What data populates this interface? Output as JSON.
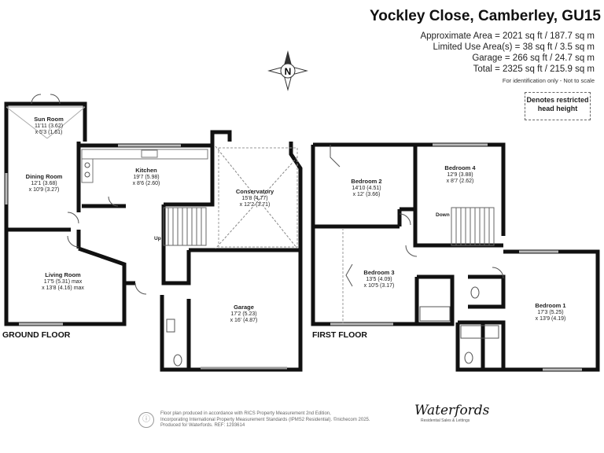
{
  "header": {
    "title": "Yockley Close, Camberley, GU15",
    "areas": [
      "Approximate Area = 2021 sq ft / 187.7 sq m",
      "Limited Use Area(s) = 38 sq ft / 3.5 sq m",
      "Garage = 266 sq ft / 24.7 sq m",
      "Total = 2325 sq ft / 215.9 sq m"
    ],
    "disclaimer": "For identification only - Not to scale"
  },
  "legend": {
    "text_line1": "Denotes restricted",
    "text_line2": "head height"
  },
  "compass": {
    "letter": "N"
  },
  "floors": {
    "ground": {
      "label": "GROUND FLOOR",
      "stairs_label": "Up"
    },
    "first": {
      "label": "FIRST FLOOR",
      "stairs_label": "Down"
    }
  },
  "rooms": {
    "sun_room": {
      "name": "Sun Room",
      "dim1": "11'11 (3.62)",
      "dim2": "x 5'3 (1.61)"
    },
    "dining_room": {
      "name": "Dining Room",
      "dim1": "12'1 (3.68)",
      "dim2": "x 10'9 (3.27)"
    },
    "kitchen": {
      "name": "Kitchen",
      "dim1": "19'7 (5.98)",
      "dim2": "x 8'6 (2.60)"
    },
    "conservatory": {
      "name": "Conservatory",
      "dim1": "15'8 (4.77)",
      "dim2": "x 12'2 (3.71)"
    },
    "living_room": {
      "name": "Living Room",
      "dim1": "17'5 (5.31) max",
      "dim2": "x 13'8 (4.16) max"
    },
    "garage": {
      "name": "Garage",
      "dim1": "17'2 (5.23)",
      "dim2": "x 16' (4.87)"
    },
    "bedroom2": {
      "name": "Bedroom 2",
      "dim1": "14'10 (4.51)",
      "dim2": "x 12' (3.66)"
    },
    "bedroom4": {
      "name": "Bedroom 4",
      "dim1": "12'9 (3.88)",
      "dim2": "x 8'7 (2.62)"
    },
    "bedroom3": {
      "name": "Bedroom 3",
      "dim1": "13'5 (4.09)",
      "dim2": "x 10'5 (3.17)"
    },
    "bedroom1": {
      "name": "Bedroom 1",
      "dim1": "17'3 (5.25)",
      "dim2": "x 13'9 (4.19)"
    }
  },
  "footer": {
    "line1": "Floor plan produced in accordance with RICS Property Measurement 2nd Edition,",
    "line2": "Incorporating International Property Measurement Standards (IPMS2 Residential). ©nichecom 2025.",
    "line3": "Produced for Waterfords.   REF: 1293614",
    "logo_text": "Waterfords",
    "logo_sub": "Residential Sales & Lettings"
  }
}
